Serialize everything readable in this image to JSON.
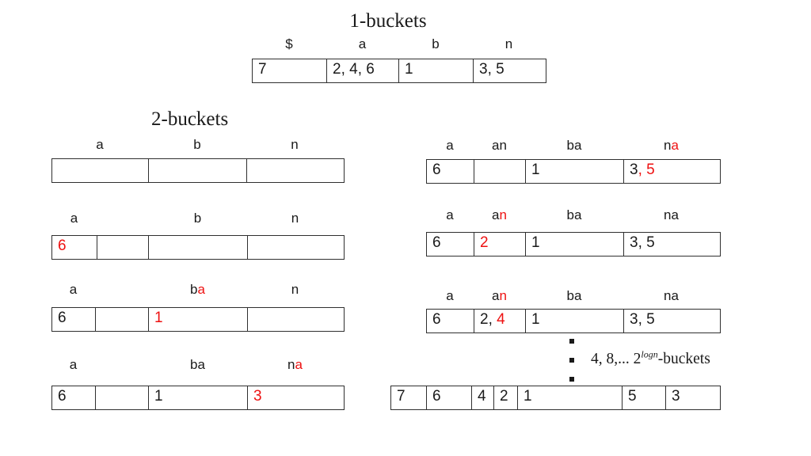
{
  "colors": {
    "highlight": "#ee1111",
    "text": "#1a1a1a",
    "border": "#2f2f2f",
    "background": "#ffffff"
  },
  "heading_one": "1-buckets",
  "heading_two": "2-buckets",
  "top_table": {
    "labels": [
      "$",
      "a",
      "b",
      "n"
    ],
    "cells": [
      "7",
      "2, 4, 6",
      "1",
      "3, 5"
    ]
  },
  "left_tables": [
    {
      "labels": [
        "a",
        "b",
        "n"
      ],
      "cells": [
        "",
        "",
        ""
      ]
    },
    {
      "label_a": "a",
      "label_b": "b",
      "label_n": "n",
      "cells": [
        "6",
        "",
        "",
        ""
      ]
    },
    {
      "label_a": "a",
      "label_ba_black": "b",
      "label_ba_red": "a",
      "label_n": "n",
      "cells": [
        "6",
        "",
        "1",
        ""
      ]
    },
    {
      "label_a": "a",
      "label_ba": "ba",
      "label_na_black": "n",
      "label_na_red": "a",
      "cells": [
        "6",
        "",
        "1",
        "3"
      ]
    }
  ],
  "right_tables": [
    {
      "label_a": "a",
      "label_an": "an",
      "label_ba": "ba",
      "label_na_black": "n",
      "label_na_red": "a",
      "cells": [
        "6",
        "",
        "1"
      ],
      "cell_na_black": "3",
      "cell_na_red": ", 5"
    },
    {
      "label_a": "a",
      "label_an_black": "a",
      "label_an_red": "n",
      "label_ba": "ba",
      "label_na": "na",
      "cells": [
        "6",
        "2",
        "1",
        "3, 5"
      ]
    },
    {
      "label_a": "a",
      "label_an_black": "a",
      "label_an_red": "n",
      "label_ba": "ba",
      "label_na": "na",
      "cell_a": "6",
      "cell_an_black": "2,",
      "cell_an_red": " 4",
      "cell_ba": "1",
      "cell_na": "3, 5"
    }
  ],
  "note": {
    "prefix": "4, 8,... 2",
    "sup": "logn",
    "suffix": "-buckets"
  },
  "bottom_table": {
    "cells": [
      "7",
      "6",
      "4",
      "2",
      "1",
      "5",
      "3"
    ]
  }
}
